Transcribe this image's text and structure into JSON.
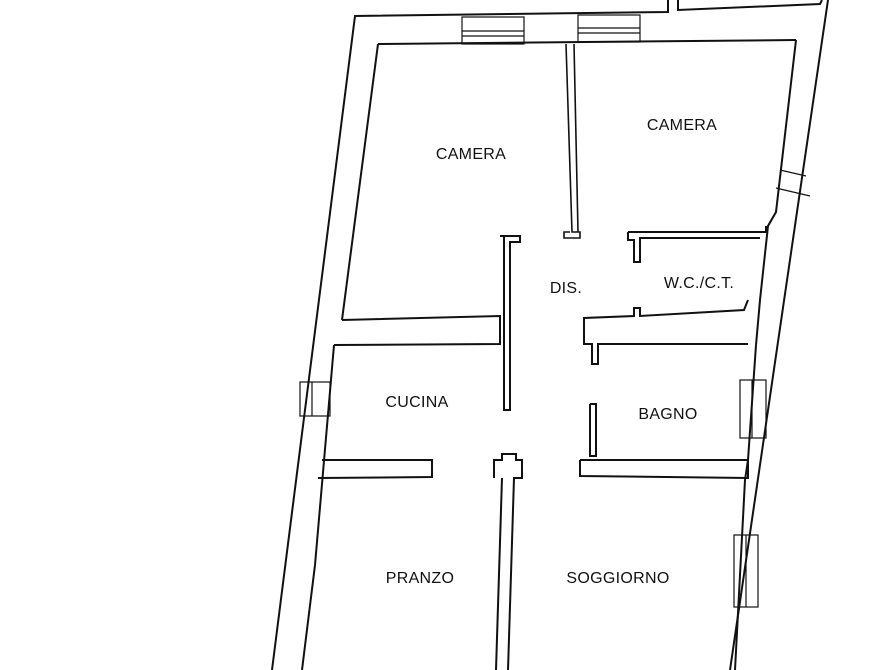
{
  "plan": {
    "rooms": [
      {
        "id": "camera-left",
        "label": "CAMERA"
      },
      {
        "id": "camera-right",
        "label": "CAMERA"
      },
      {
        "id": "disimpegno",
        "label": "DIS."
      },
      {
        "id": "wc",
        "label": "W.C./C.T."
      },
      {
        "id": "cucina",
        "label": "CUCINA"
      },
      {
        "id": "bagno",
        "label": "BAGNO"
      },
      {
        "id": "pranzo",
        "label": "PRANZO"
      },
      {
        "id": "soggiorno",
        "label": "SOGGIORNO"
      }
    ]
  }
}
